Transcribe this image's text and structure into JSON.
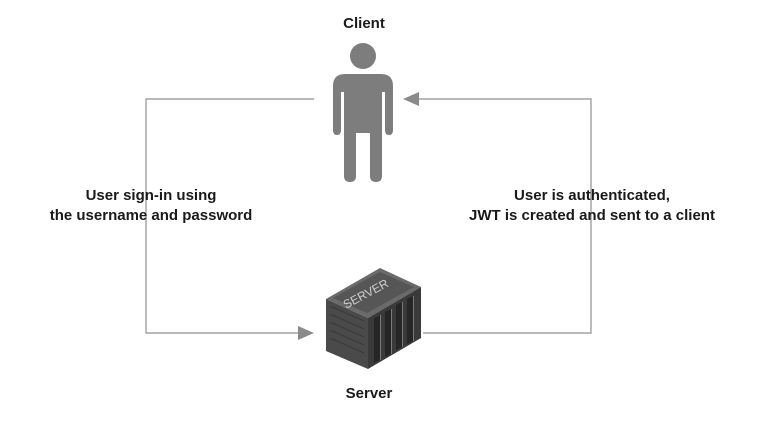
{
  "diagram": {
    "client_label": "Client",
    "server_label": "Server",
    "left_edge_label": {
      "line1": "User sign-in using",
      "line2": "the username and password"
    },
    "right_edge_label": {
      "line1": "User is authenticated,",
      "line2": "JWT is created and sent to a client"
    },
    "server_icon_text": "SERVER",
    "colors": {
      "connector": "#9a9a9a",
      "arrowhead": "#8a8a8a",
      "person": "#7d7d7d",
      "server_body": "#595959",
      "text": "#1a1a1a"
    },
    "icons": {
      "client": "person-icon",
      "server": "server-tower-icon"
    }
  }
}
